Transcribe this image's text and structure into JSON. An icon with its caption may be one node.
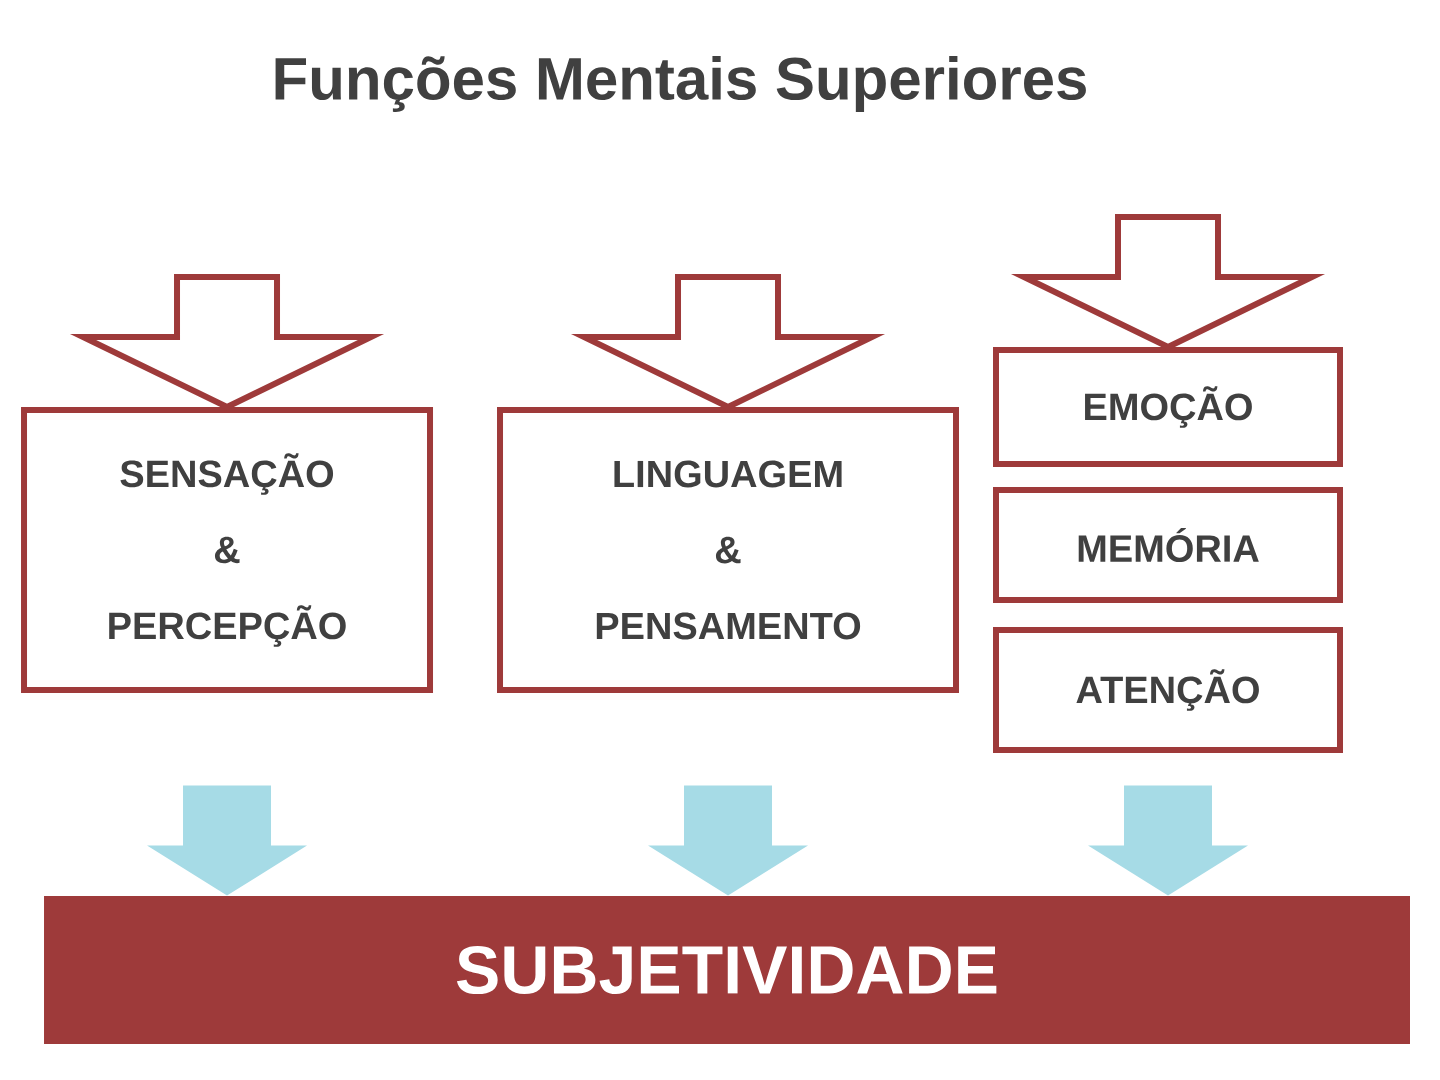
{
  "diagram": {
    "title": "Funções Mentais Superiores",
    "nodes": [
      {
        "text": [
          "SENSAÇÃO & PERCEPÇÃO"
        ]
      },
      {
        "text": [
          "LINGUAGEM & PENSAMENTO"
        ]
      },
      {
        "text": [
          "EMOÇÃO"
        ]
      },
      {
        "text": [
          "MEMÓRIA"
        ]
      },
      {
        "text": [
          "ATENÇÃO"
        ]
      },
      {
        "text": [
          "SUBJETIVIDADE"
        ]
      }
    ],
    "edges": [
      {
        "from": null,
        "to": 0,
        "arrow": "to",
        "color": "#9e3a3a"
      },
      {
        "from": null,
        "to": 1,
        "arrow": "to",
        "color": "#9e3a3a"
      },
      {
        "from": null,
        "to": 2,
        "arrow": "to",
        "color": "#9e3a3a"
      },
      {
        "from": 0,
        "to": 5,
        "arrow": "to",
        "color": "#a6dbe6"
      },
      {
        "from": 1,
        "to": 5,
        "arrow": "to",
        "color": "#a6dbe6"
      },
      {
        "from": 4,
        "to": 5,
        "arrow": "to",
        "color": "#a6dbe6"
      }
    ]
  }
}
